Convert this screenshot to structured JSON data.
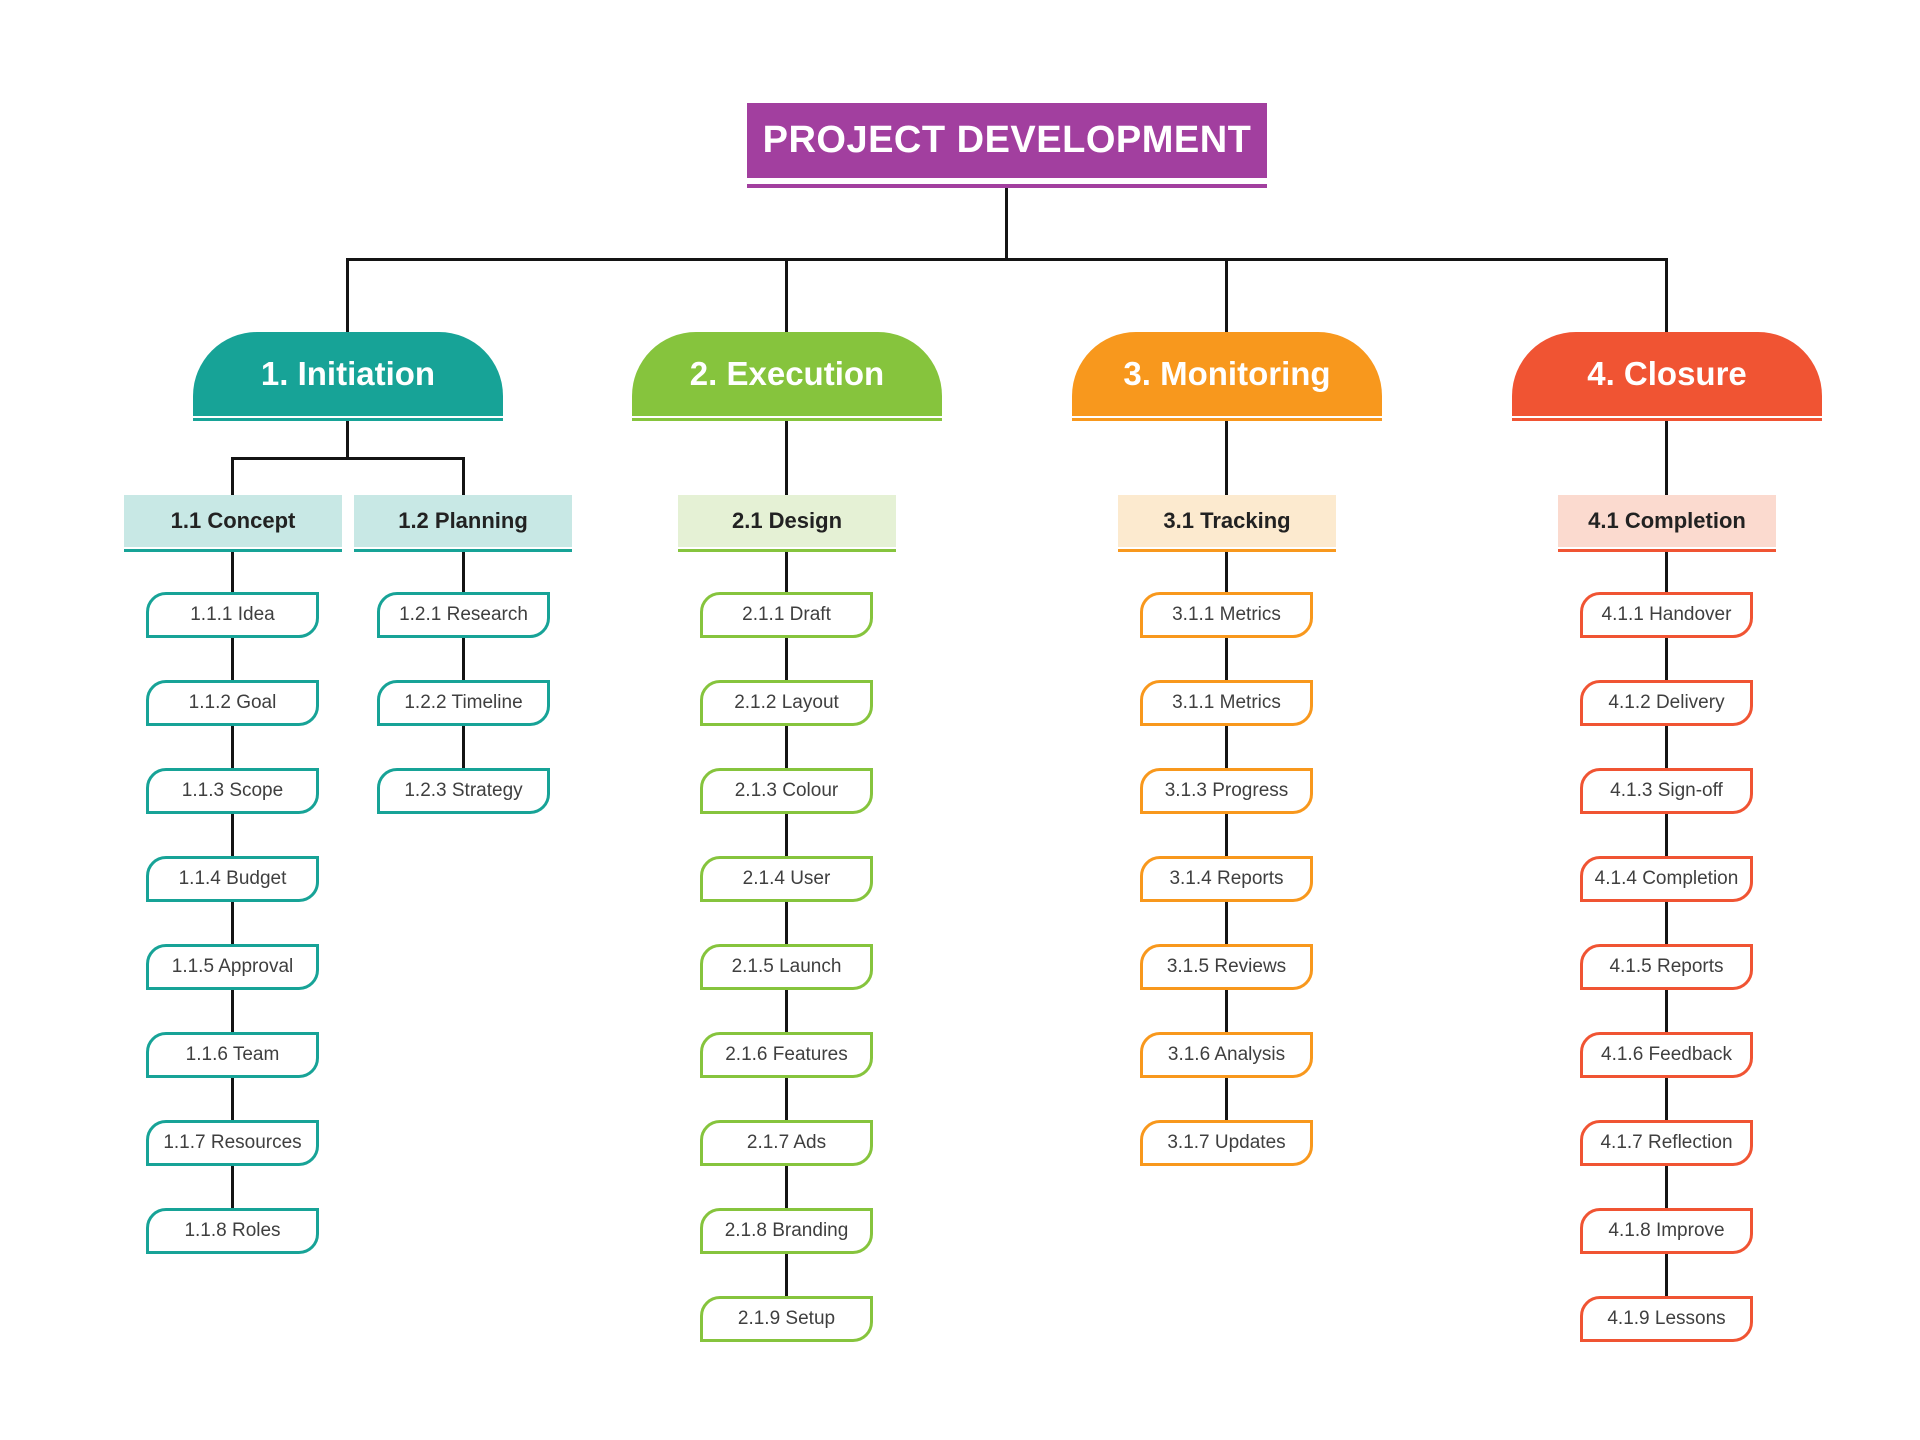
{
  "diagram": {
    "title": "PROJECT DEVELOPMENT",
    "colors": {
      "connector": "#141414",
      "root": "#A23F9F",
      "initiation": "#17A397",
      "initiation_tint": "#C8E8E5",
      "execution": "#86C43D",
      "execution_tint": "#E5F1D5",
      "monitoring": "#F8981D",
      "monitoring_tint": "#FCEACF",
      "closure": "#F05433",
      "closure_tint": "#FBDACF"
    },
    "branches": [
      {
        "label": "1. Initiation",
        "groups": [
          {
            "label": "1.1 Concept",
            "items": [
              "1.1.1 Idea",
              "1.1.2 Goal",
              "1.1.3 Scope",
              "1.1.4 Budget",
              "1.1.5 Approval",
              "1.1.6 Team",
              "1.1.7 Resources",
              "1.1.8 Roles"
            ]
          },
          {
            "label": "1.2 Planning",
            "items": [
              "1.2.1 Research",
              "1.2.2 Timeline",
              "1.2.3 Strategy"
            ]
          }
        ]
      },
      {
        "label": "2. Execution",
        "groups": [
          {
            "label": "2.1 Design",
            "items": [
              "2.1.1 Draft",
              "2.1.2 Layout",
              "2.1.3 Colour",
              "2.1.4 User",
              "2.1.5 Launch",
              "2.1.6 Features",
              "2.1.7 Ads",
              "2.1.8 Branding",
              "2.1.9 Setup"
            ]
          }
        ]
      },
      {
        "label": "3. Monitoring",
        "groups": [
          {
            "label": "3.1 Tracking",
            "items": [
              "3.1.1 Metrics",
              "3.1.1 Metrics",
              "3.1.3 Progress",
              "3.1.4 Reports",
              "3.1.5 Reviews",
              "3.1.6 Analysis",
              "3.1.7 Updates"
            ]
          }
        ]
      },
      {
        "label": "4. Closure",
        "groups": [
          {
            "label": "4.1 Completion",
            "items": [
              "4.1.1 Handover",
              "4.1.2 Delivery",
              "4.1.3 Sign-off",
              "4.1.4 Completion",
              "4.1.5 Reports",
              "4.1.6 Feedback",
              "4.1.7 Reflection",
              "4.1.8 Improve",
              "4.1.9 Lessons"
            ]
          }
        ]
      }
    ]
  }
}
